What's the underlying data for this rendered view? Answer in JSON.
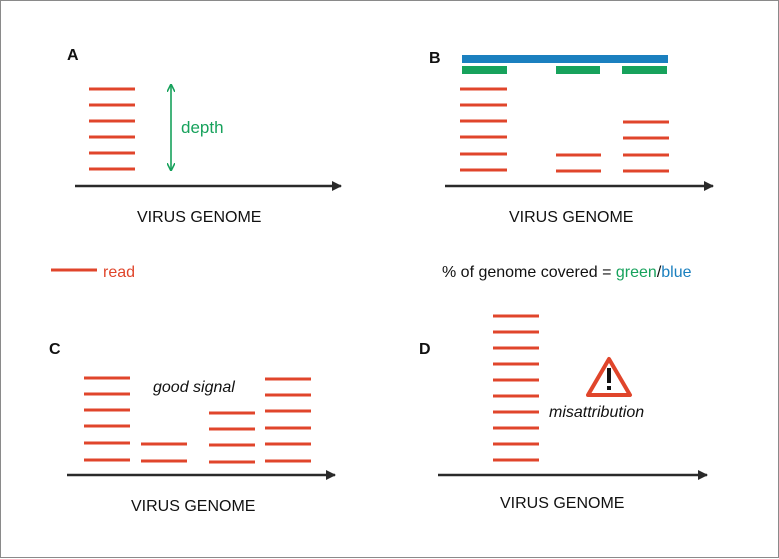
{
  "colors": {
    "read": "#e0452b",
    "green": "#17a25c",
    "blue": "#1b80bf",
    "axis": "#2a2a2a",
    "warning": "#e0452b"
  },
  "panels": {
    "a": {
      "label": "A",
      "axis_label": "VIRUS GENOME",
      "depth_label": "depth"
    },
    "b": {
      "label": "B",
      "axis_label": "VIRUS GENOME"
    },
    "c": {
      "label": "C",
      "axis_label": "VIRUS GENOME",
      "note": "good signal"
    },
    "d": {
      "label": "D",
      "axis_label": "VIRUS GENOME",
      "note": "misattribution"
    }
  },
  "legend": {
    "read_label": "read",
    "coverage_prefix": "% of genome covered = ",
    "coverage_green": "green",
    "coverage_slash": "/",
    "coverage_blue": "blue"
  },
  "icons": {
    "warning": "warning-triangle-icon",
    "depth_arrow": "double-arrow-icon"
  }
}
